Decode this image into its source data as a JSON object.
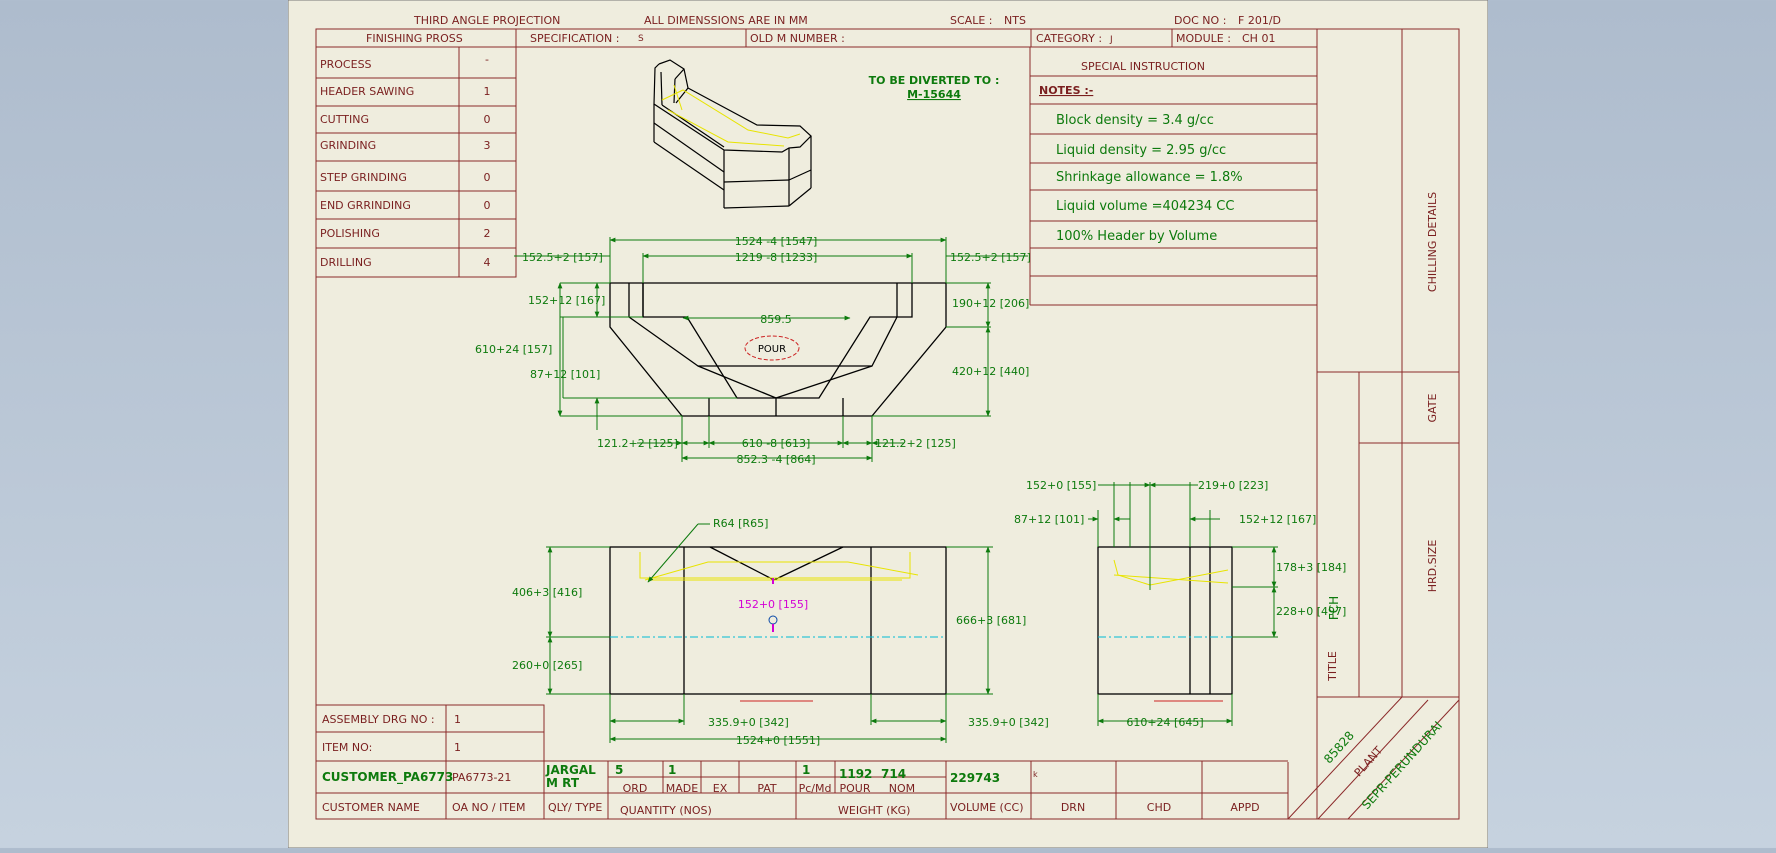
{
  "colors": {
    "background": "#b8c6d6",
    "paper": "#efedde",
    "border": "#8b2a2a",
    "text_red": "#7a1f1f",
    "text_green": "#0d7a0d",
    "dimension": "#0d7a0d",
    "geometry": "#000000",
    "hidden": "#e8e400",
    "magenta": "#d400d4",
    "centerline": "#00bcd4"
  },
  "header": {
    "projection": "THIRD ANGLE PROJECTION",
    "units": "ALL DIMENSSIONS ARE IN MM",
    "scale_label": "SCALE :",
    "scale_value": "NTS",
    "doc_label": "DOC NO :",
    "doc_value": "F 201/D"
  },
  "top_row": {
    "finishing": "FINISHING PROSS",
    "spec_label": "SPECIFICATION  :",
    "spec_value": "S",
    "old_m_label": "OLD M NUMBER :",
    "category_label": "CATEGORY :",
    "category_value": "J",
    "module_label": "MODULE  :",
    "module_value": "CH 01"
  },
  "process_table": [
    {
      "name": "PROCESS",
      "value": "-"
    },
    {
      "name": "HEADER SAWING",
      "value": "1"
    },
    {
      "name": "CUTTING",
      "value": "0"
    },
    {
      "name": "GRINDING",
      "value": "3"
    },
    {
      "name": "STEP GRINDING",
      "value": "0"
    },
    {
      "name": "END GRRINDING",
      "value": "0"
    },
    {
      "name": "POLISHING",
      "value": "2"
    },
    {
      "name": "DRILLING",
      "value": "4"
    }
  ],
  "diverted": {
    "line1": "TO BE DIVERTED TO :",
    "line2": "M-15644"
  },
  "special": {
    "title": "SPECIAL INSTRUCTION",
    "notes_label": "NOTES :-",
    "notes": [
      "Block density = 3.4 g/cc",
      "Liquid density = 2.95 g/cc",
      "Shrinkage allowance = 1.8%",
      "Liquid volume =404234 CC",
      "100% Header by Volume"
    ]
  },
  "side_labels": {
    "chilling": "CHILLING DETAILS",
    "gate": "GATE",
    "hrd": "HRD.SIZE",
    "fch": "FCH",
    "title": "TITLE",
    "code": "85828",
    "plant": "PLANT",
    "location": "SEPR-PERUNDURAI"
  },
  "front_view": {
    "pour": "POUR",
    "dims": {
      "top_total": "1524 -4 [1547]",
      "top_inner": "1219 -8 [1233]",
      "left_step": "152.5+2 [157]",
      "right_step": "152.5+2 [157]",
      "left_h1": "152+12 [167]",
      "left_total": "610+24 [157]",
      "left_h2": "87+12 [101]",
      "inner_width": "859.5",
      "right_h1": "190+12 [206]",
      "right_h2": "420+12 [440]",
      "bottom_left": "121.2+2 [125]",
      "bottom_mid": "610 -8 [613]",
      "bottom_right": "121.2+2 [125]",
      "bottom_total": "852.3 -4 [864]"
    }
  },
  "plan_view": {
    "dims": {
      "radius": "R64 [R65]",
      "height_top": "406+3 [416]",
      "height_bottom": "260+0 [265]",
      "center": "152+0 [155]",
      "total_height": "666+3 [681]",
      "left_width": "335.9+0 [342]",
      "right_width": "335.9+0 [342]",
      "total_width": "1524+0 [1551]"
    }
  },
  "side_view": {
    "dims": {
      "top_left": "152+0 [155]",
      "top_right": "219+0 [223]",
      "left_step": "87+12 [101]",
      "right_step": "152+12 [167]",
      "h1": "178+3 [184]",
      "h2": "228+0 [497]",
      "width": "610+24 [645]"
    }
  },
  "title_block": {
    "assembly_label": "ASSEMBLY DRG NO :",
    "assembly_value": "1",
    "item_label": "ITEM  NO:",
    "item_value": "1",
    "customer_id": "CUSTOMER_PA6773",
    "customer_code": "PA6773-21",
    "quality": "JARGAL\nM RT",
    "qty_values": [
      "5",
      "1",
      "",
      ""
    ],
    "qty_headers": [
      "ORD",
      "MADE",
      "EX",
      "PAT"
    ],
    "pcmd_value": "1",
    "pcmd_header": "Pc/Md",
    "weight_values": [
      "1192",
      "714"
    ],
    "weight_headers": [
      "POUR",
      "NOM"
    ],
    "volume_value": "229743",
    "volume_mark": "k",
    "customer_name_label": "CUSTOMER  NAME",
    "oa_label": "OA NO / ITEM",
    "qly_label": "QLY/ TYPE",
    "quantity_label": "QUANTITY (NOS)",
    "weight_label": "WEIGHT (KG)",
    "volume_label": "VOLUME (CC)",
    "drn": "DRN",
    "chd": "CHD",
    "appd": "APPD"
  }
}
